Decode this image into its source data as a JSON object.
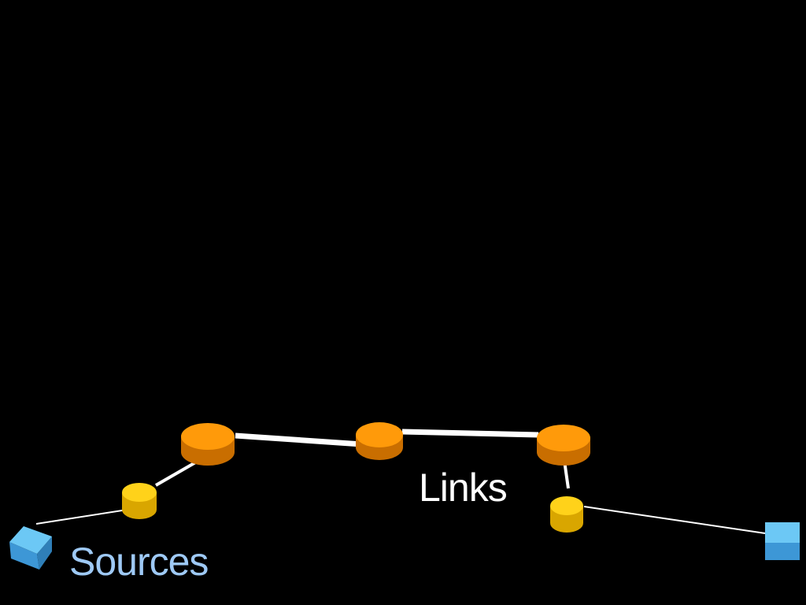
{
  "labels": {
    "sources": "Sources",
    "links": "Links"
  },
  "colors": {
    "background": "#000000",
    "sources_label": "#9ec9f5",
    "links_label": "#ffffff",
    "link_line": "#ffffff",
    "router_top": "#ff9a0a",
    "router_side": "#c96e00",
    "node_top": "#ffd21a",
    "node_side": "#d9a600",
    "host_top": "#6cc8f5",
    "host_side": "#3d97d6"
  },
  "nodes": [
    {
      "id": "source-host-left",
      "kind": "host"
    },
    {
      "id": "edge-node-left",
      "kind": "node"
    },
    {
      "id": "router-left",
      "kind": "router"
    },
    {
      "id": "router-center",
      "kind": "router"
    },
    {
      "id": "router-right",
      "kind": "router"
    },
    {
      "id": "edge-node-right",
      "kind": "node"
    },
    {
      "id": "source-host-right",
      "kind": "host"
    }
  ],
  "links": [
    {
      "from": "source-host-left",
      "to": "edge-node-left",
      "type": "access"
    },
    {
      "from": "edge-node-left",
      "to": "router-left",
      "type": "access"
    },
    {
      "from": "router-left",
      "to": "router-center",
      "type": "backbone"
    },
    {
      "from": "router-center",
      "to": "router-right",
      "type": "backbone"
    },
    {
      "from": "router-right",
      "to": "edge-node-right",
      "type": "access"
    },
    {
      "from": "edge-node-right",
      "to": "source-host-right",
      "type": "access"
    }
  ]
}
